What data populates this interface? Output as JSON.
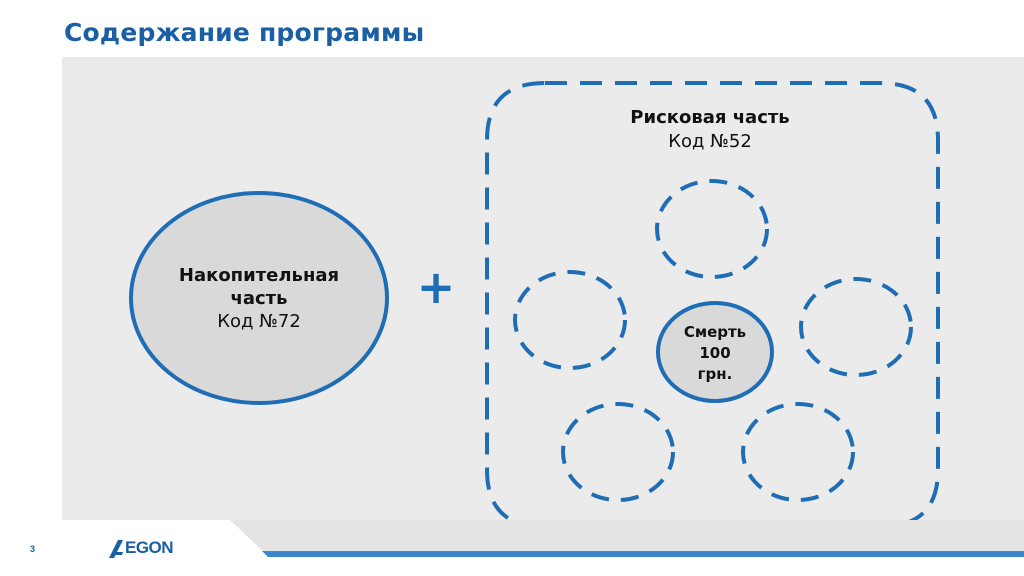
{
  "title": "Содержание программы",
  "savings_part": {
    "title_line1": "Накопительная",
    "title_line2": "часть",
    "code": "Код №72"
  },
  "plus_sign": "+",
  "risk_part": {
    "title": "Рисковая часть",
    "code": "Код №52"
  },
  "death_option": {
    "line1": "Смерть",
    "line2": "100",
    "line3": "грн."
  },
  "footer": {
    "page_number": "3",
    "logo_text": "EGON",
    "logo_icon": "aegon-logo-icon"
  },
  "colors": {
    "brand_blue": "#1f6db5",
    "title_blue": "#1a5fa3",
    "panel_gray": "#ebebeb",
    "circle_fill": "#d9d9d9"
  }
}
